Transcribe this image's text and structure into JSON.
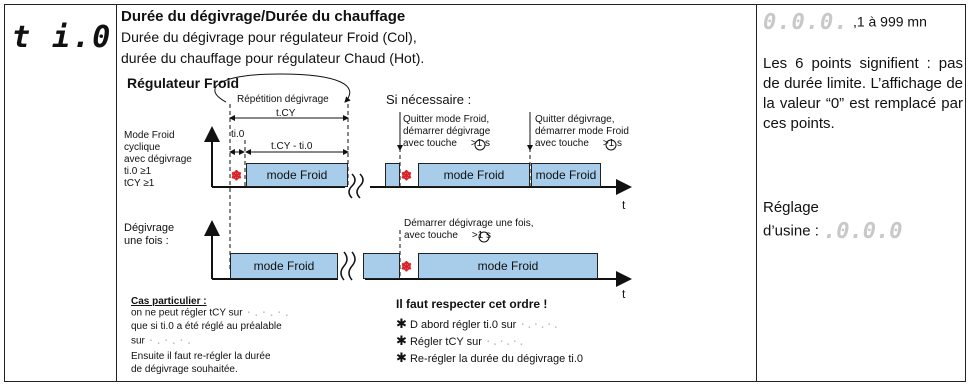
{
  "param_code": "t i.0",
  "title": "Durée du dégivrage/Durée du chauffage",
  "desc_line1": "Durée du dégivrage pour régulateur Froid (Col),",
  "desc_line2": "durée du chauffage pour régulateur Chaud (Hot).",
  "diagram": {
    "section_title": "Régulateur Froid",
    "repeat_label": "Répétition dégivrage",
    "tcy_label": "t.CY",
    "ti0_label": "ti.0",
    "tcy_minus_label": "t.CY - ti.0",
    "si_necessaire": "Si nécessaire :",
    "mode_cyc_lines": [
      "Mode Froid",
      "cyclique",
      "avec dégivrage",
      "ti.0 ≥1",
      "tCY ≥1"
    ],
    "quit_froid_lines": [
      "Quitter mode Froid,",
      "démarrer dégivrage",
      "avec touche",
      ">1 s"
    ],
    "quit_degiv_lines": [
      "Quitter dégivrage,",
      "démarrer mode Froid",
      "avec touche",
      ">1 s"
    ],
    "mode_froid": "mode Froid",
    "t_axis": "t",
    "degiv_once_lines": [
      "Dégivrage",
      "une fois :"
    ],
    "start_once_lines": [
      "Démarrer dégivrage une fois,",
      "avec touche",
      ">1 s"
    ]
  },
  "special_case": {
    "title": "Cas particulier :",
    "line1": "on ne peut régler tCY sur",
    "line2": "que si ti.0 a été réglé au préalable",
    "line3": "sur",
    "line4": "Ensuite il faut re-régler la durée",
    "line5": "de dégivrage souhaitée."
  },
  "order": {
    "title": "Il faut respecter cet ordre !",
    "step1": "D abord régler ti.0 sur",
    "step2": "Régler tCY sur",
    "step3": "Re-régler la durée du dégivrage ti.0"
  },
  "right": {
    "range": ",1 à 999 mn",
    "para1": "Les 6 points signifient : pas de durée limite. L’affichage de la valeur “0” est remplacé par ces points.",
    "factory_label1": "Réglage",
    "factory_label2": "d’usine :"
  },
  "colors": {
    "box_fill": "#a8cdea",
    "defrost_red": "#d8232a"
  }
}
